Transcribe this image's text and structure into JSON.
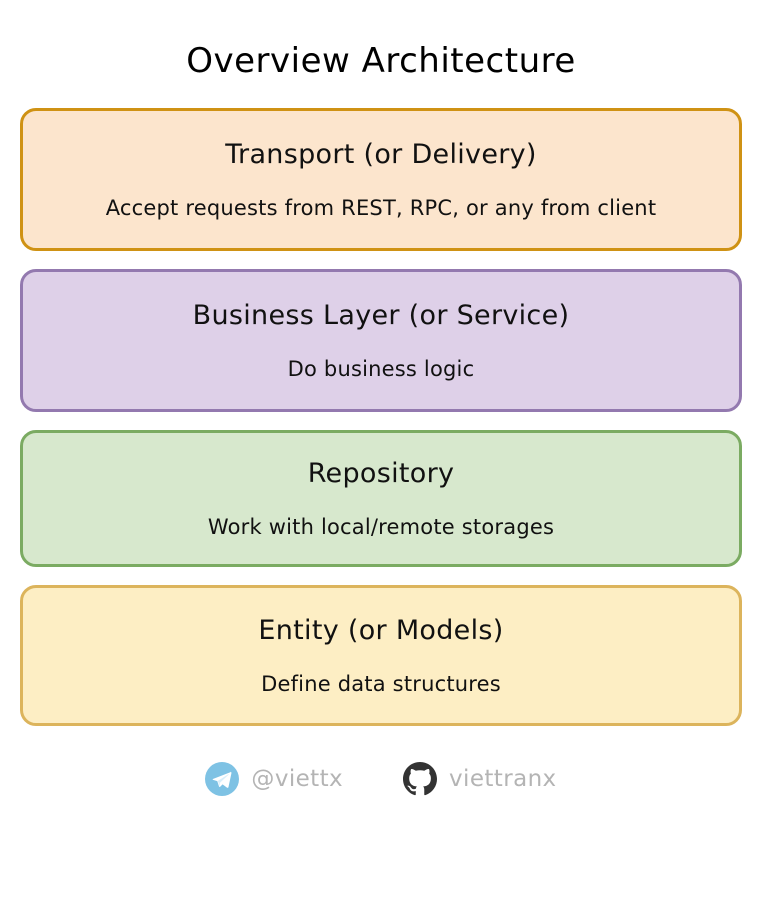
{
  "page": {
    "title": "Overview Architecture",
    "background_color": "#ffffff"
  },
  "layers": [
    {
      "id": "transport",
      "title": "Transport (or Delivery)",
      "description": "Accept requests from REST, RPC,  or any from client",
      "fill_color": "#fce5cd",
      "border_color": "#cf9214"
    },
    {
      "id": "business",
      "title": "Business Layer (or Service)",
      "description": "Do business logic",
      "fill_color": "#ded0e8",
      "border_color": "#9379af"
    },
    {
      "id": "repository",
      "title": "Repository",
      "description": "Work with local/remote storages",
      "fill_color": "#d7e8cd",
      "border_color": "#7bab62"
    },
    {
      "id": "entity",
      "title": "Entity (or Models)",
      "description": "Define data structures",
      "fill_color": "#fdeec4",
      "border_color": "#dcb45c"
    }
  ],
  "footer": {
    "socials": [
      {
        "icon": "telegram-icon",
        "handle": "@viettx",
        "icon_color": "#7ec2e4",
        "text_color": "#b4b4b4"
      },
      {
        "icon": "github-icon",
        "handle": "viettranx",
        "icon_color": "#333333",
        "text_color": "#b4b4b4"
      }
    ]
  }
}
